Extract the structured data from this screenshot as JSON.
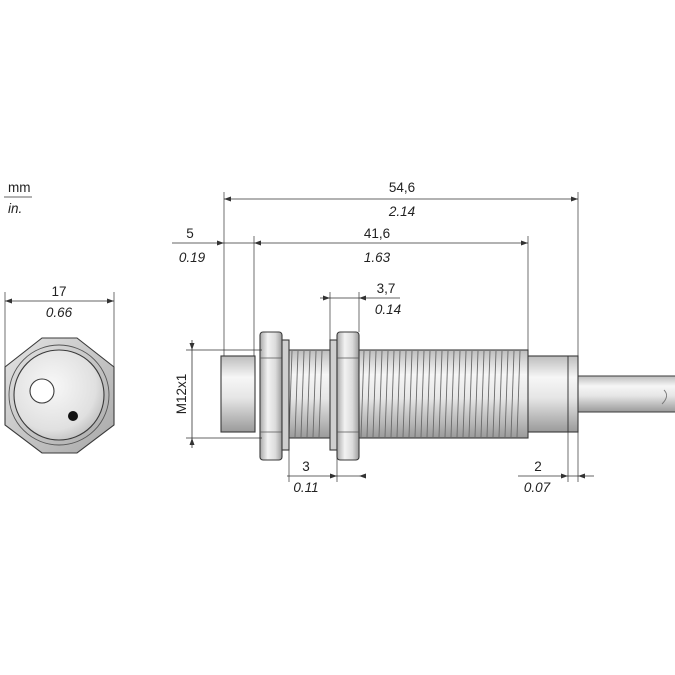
{
  "units": {
    "primary": "mm",
    "secondary": "in."
  },
  "dimensions": {
    "overall_length": {
      "mm": "54,6",
      "in": "2.14"
    },
    "body_length": {
      "mm": "41,6",
      "in": "1.63"
    },
    "front_offset": {
      "mm": "5",
      "in": "0.19"
    },
    "nut_thickness": {
      "mm": "3,7",
      "in": "0.14"
    },
    "nut_gap": {
      "mm": "3",
      "in": "0.11"
    },
    "rear_cap": {
      "mm": "2",
      "in": "0.07"
    },
    "hex_width": {
      "mm": "17",
      "in": "0.66"
    },
    "thread": "M12x1"
  },
  "colors": {
    "body_light": "#f4f4f4",
    "body_mid": "#d2d2d2",
    "body_dark": "#9a9a9a",
    "outline": "#3a3a3a",
    "dot": "#111111"
  },
  "icons": {
    "led_dot": "filled-circle",
    "sensing_face": "circle"
  }
}
